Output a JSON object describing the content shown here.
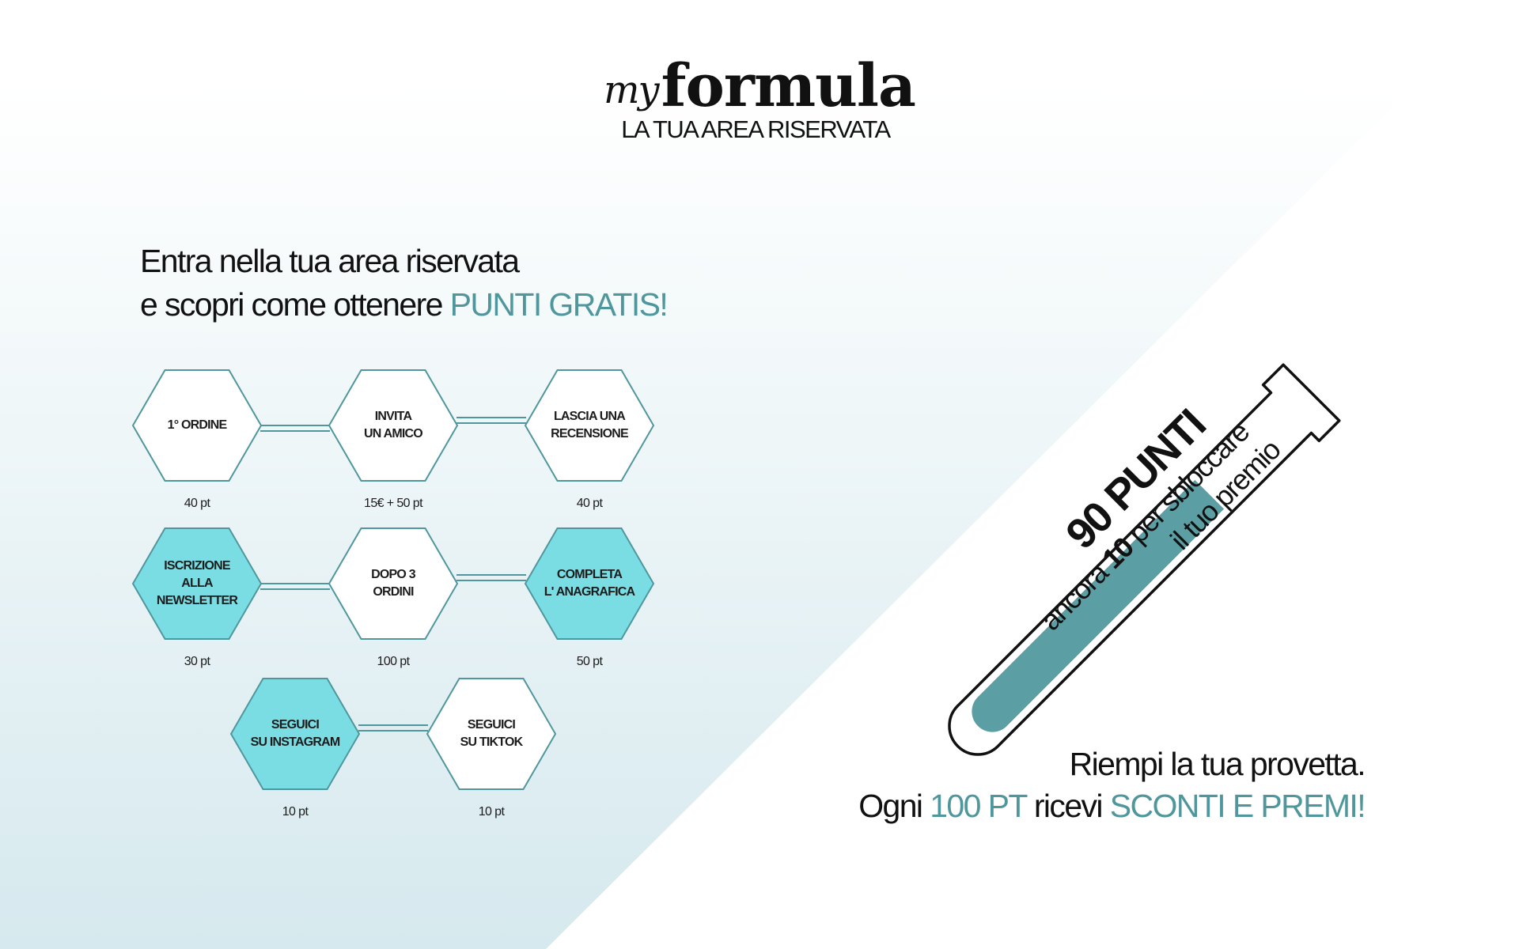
{
  "logo": {
    "my": "my",
    "formula": "formula",
    "subtitle": "LA TUA AREA RISERVATA"
  },
  "intro": {
    "line1": "Entra nella tua area riservata",
    "line2_prefix": "e scopri come ottenere ",
    "line2_accent": "PUNTI GRATIS!"
  },
  "actions": [
    {
      "label": "1° ORDINE",
      "points": "40 pt",
      "highlighted": false
    },
    {
      "label": "INVITA\nUN AMICO",
      "points": "15€ + 50 pt",
      "highlighted": false
    },
    {
      "label": "LASCIA UNA\nRECENSIONE",
      "points": "40 pt",
      "highlighted": false
    },
    {
      "label": "ISCRIZIONE\nALLA\nNEWSLETTER",
      "points": "30 pt",
      "highlighted": true
    },
    {
      "label": "DOPO 3\nORDINI",
      "points": "100 pt",
      "highlighted": false
    },
    {
      "label": "COMPLETA\nL' ANAGRAFICA",
      "points": "50 pt",
      "highlighted": true
    },
    {
      "label": "SEGUICI\nSU INSTAGRAM",
      "points": "10 pt",
      "highlighted": true
    },
    {
      "label": "SEGUICI\nSU TIKTOK",
      "points": "10 pt",
      "highlighted": false
    }
  ],
  "tube": {
    "points_label": "90 PUNTI",
    "points_value": 90,
    "points_target": 100,
    "remaining_prefix": "ancora ",
    "remaining_value": "10",
    "remaining_suffix": " per sbloccare",
    "remaining_line2": "il tuo premio"
  },
  "footer": {
    "line1": "Riempi la tua provetta.",
    "line2_a": "Ogni ",
    "line2_b": "100 PT",
    "line2_c": " ricevi ",
    "line2_d": "SCONTI E PREMI!"
  },
  "colors": {
    "accent": "#4f979c",
    "hex_fill": "#7adde4",
    "hex_stroke": "#4f979c",
    "tube_fill": "#5b9ea3"
  }
}
